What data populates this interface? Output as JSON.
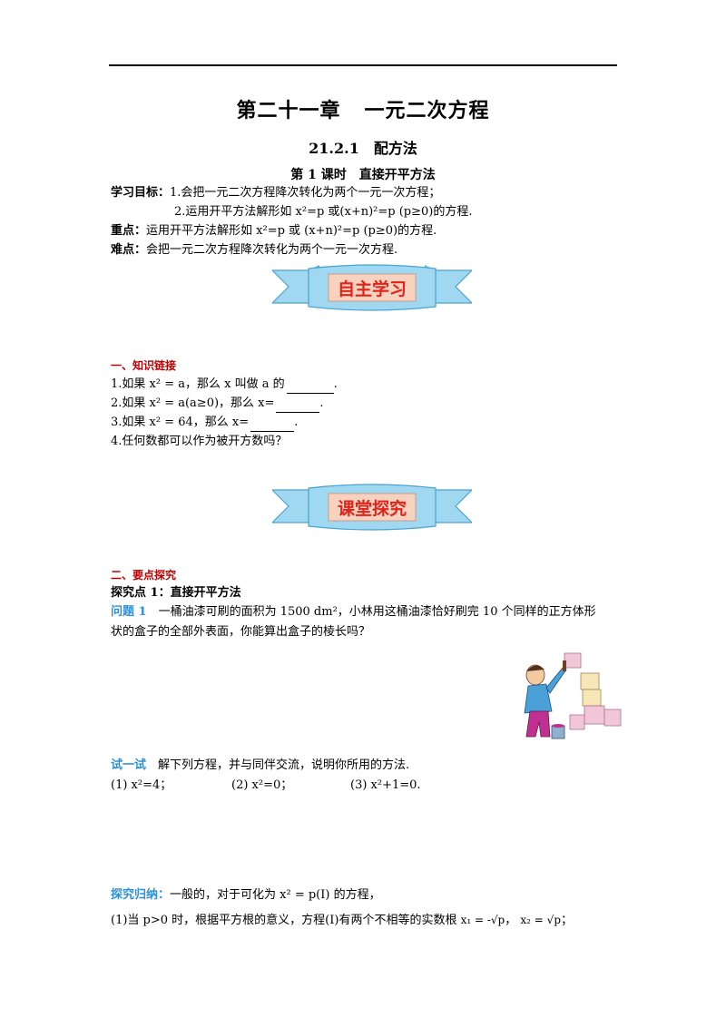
{
  "header": {
    "chapter_a": "第二十一章",
    "chapter_b": "一元二次方程",
    "section": "21.2.1　配方法",
    "lesson": "第 1 课时　直接开平方法"
  },
  "goals": {
    "goal_label": "学习目标：",
    "goal1": "1.会把一元二次方程降次转化为两个一元一次方程；",
    "goal2": "2.运用开平方法解形如 x²=p 或(x+n)²=p  (p≥0)的方程.",
    "key_label": "重点：",
    "key_text": "运用开平方法解形如 x²=p 或  (x+n)²=p  (p≥0)的方程.",
    "diff_label": "难点：",
    "diff_text": "会把一元二次方程降次转化为两个一元一次方程."
  },
  "banners": {
    "self_study": "自主学习",
    "class_explore": "课堂探究"
  },
  "part1": {
    "heading": "一、知识链接",
    "q1": "1.如果  x² = a，那么 x 叫做 a 的",
    "q2": "2.如果  x² = a(a≥0)，那么 x=",
    "q3": "3.如果  x² = 64，那么 x=",
    "q4": "4.任何数都可以作为被开方数吗？"
  },
  "part2": {
    "heading": "二、要点探究",
    "point1": "探究点 1：直接开平方法",
    "problem_label": "问题 1",
    "problem_line1": "　一桶油漆可刷的面积为 1500  dm²，小林用这桶油漆恰好刷完 10 个同样的正方体形",
    "problem_line2": "状的盒子的全部外表面，你能算出盒子的棱长吗？",
    "try_label": "试一试",
    "try_text": "　解下列方程，并与同伴交流，说明你所用的方法.",
    "eq1": "(1)  x²=4；",
    "eq2": "(2)  x²=0；",
    "eq3": "(3)  x²+1=0.",
    "summary_label": "探究归纳：",
    "summary_text": "一般的，对于可化为 x² = p(I)  的方程，",
    "case1": "(1)当 p>0  时，根据平方根的意义，方程(I)有两个不相等的实数根",
    "root1": "x₁ = -√p",
    "root2": "x₂ = √p",
    "sep": "，",
    "end": "；"
  },
  "colors": {
    "banner_fill": "#9fd8f0",
    "banner_center": "#f8d2c0",
    "banner_text": "#e0241a",
    "accent_blue": "#2e8fd8",
    "accent_red": "#c00000"
  }
}
